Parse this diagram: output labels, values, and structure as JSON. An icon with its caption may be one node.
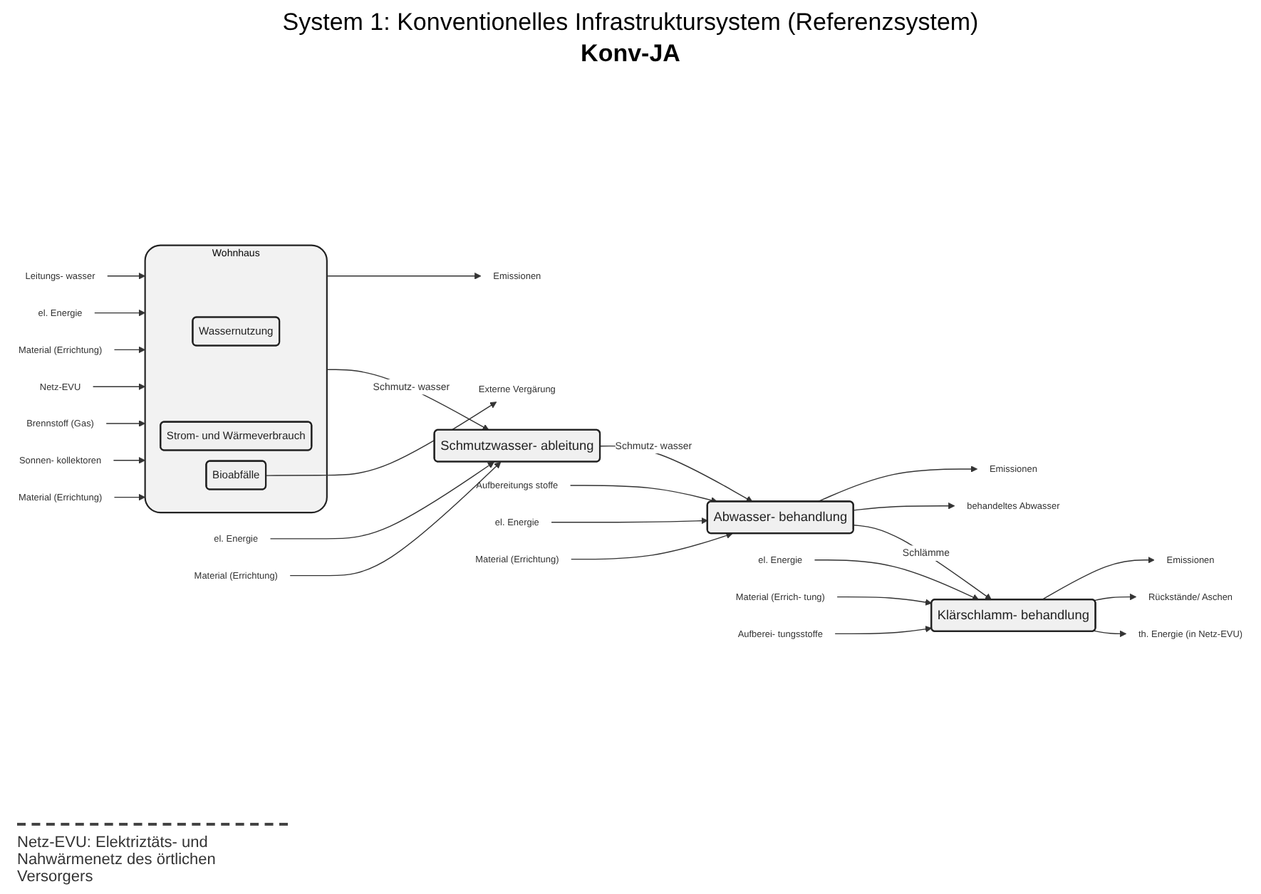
{
  "diagram": {
    "title": "System 1: Konventionelles Infrastruktursystem (Referenzsystem)",
    "nodes": [
      {
        "text": [
          "Wohnhaus"
        ]
      },
      {
        "text": [
          "Wassernutzung"
        ],
        "in": 0
      },
      {
        "text": [
          "Strom- und Wärmeverbrauch"
        ],
        "in": 0
      },
      {
        "text": [
          "Bioabfälle"
        ],
        "in": 0
      },
      {
        "text": [
          "Leitungs- wasser"
        ]
      },
      {
        "text": [
          "el. Energie"
        ]
      },
      {
        "text": [
          "Material (Errichtung)"
        ]
      },
      {
        "text": [
          "Netz-EVU"
        ]
      },
      {
        "text": [
          "Brennstoff (Gas)"
        ]
      },
      {
        "text": [
          "Sonnen- kollektoren"
        ]
      },
      {
        "text": [
          "Emissionen"
        ]
      },
      {
        "text": [
          "Material (Errichtung)"
        ]
      },
      {
        "text": [
          "Externe Vergärung"
        ]
      },
      {
        "text": [
          "Schmutzwasser- ableitung"
        ]
      },
      {
        "text": [
          "el. Energie"
        ]
      },
      {
        "text": [
          "Material (Errichtung)"
        ]
      },
      {
        "text": [
          "Abwasser- behandlung"
        ]
      },
      {
        "text": [
          "Aufbereitungs stoffe"
        ]
      },
      {
        "text": [
          "el. Energie"
        ]
      },
      {
        "text": [
          "Material (Errichtung)"
        ]
      },
      {
        "text": [
          "Emissionen"
        ]
      },
      {
        "text": [
          "behandeltes Abwasser"
        ]
      },
      {
        "text": [
          "Klärschlamm- behandlung"
        ]
      },
      {
        "text": [
          "Emissionen"
        ]
      },
      {
        "text": [
          "Rückstände/ Aschen"
        ]
      },
      {
        "text": [
          "th. Energie (in Netz-EVU)"
        ]
      },
      {
        "text": [
          "el. Energie"
        ]
      },
      {
        "text": [
          "Material (Errich- tung)"
        ]
      },
      {
        "text": [
          "Aufberei- tungsstoffe"
        ]
      }
    ],
    "edges": [
      {
        "from": 4,
        "to": 0,
        "arrow": "to"
      },
      {
        "from": 5,
        "to": 0,
        "arrow": "to"
      },
      {
        "from": 6,
        "to": 0,
        "arrow": "to"
      },
      {
        "from": 7,
        "to": 0,
        "arrow": "to"
      },
      {
        "from": 8,
        "to": 0,
        "arrow": "to"
      },
      {
        "from": 9,
        "to": 0,
        "arrow": "to"
      },
      {
        "from": 0,
        "to": 10,
        "arrow": "to"
      },
      {
        "from": 11,
        "to": 0,
        "arrow": "to"
      },
      {
        "from": 3,
        "to": 12,
        "arrow": "to"
      },
      {
        "from": 0,
        "to": 13,
        "arrow": "to",
        "label": "Schmutz- wasser"
      },
      {
        "from": 14,
        "to": 13,
        "arrow": "to"
      },
      {
        "from": 15,
        "to": 13,
        "arrow": "to"
      },
      {
        "from": 13,
        "to": 16,
        "arrow": "to",
        "label": "Schmutz- wasser"
      },
      {
        "from": 17,
        "to": 16,
        "arrow": "to"
      },
      {
        "from": 18,
        "to": 16,
        "arrow": "to"
      },
      {
        "from": 19,
        "to": 16,
        "arrow": "to"
      },
      {
        "from": 16,
        "to": 20,
        "arrow": "to"
      },
      {
        "from": 16,
        "to": 21,
        "arrow": "to"
      },
      {
        "from": 16,
        "to": 22,
        "arrow": "to",
        "label": "Schlämme"
      },
      {
        "from": 22,
        "to": 23,
        "arrow": "to"
      },
      {
        "from": 22,
        "to": 24,
        "arrow": "to"
      },
      {
        "from": 22,
        "to": 25,
        "arrow": "to"
      },
      {
        "from": 26,
        "to": 22,
        "arrow": "to"
      },
      {
        "from": 27,
        "to": 22,
        "arrow": "to"
      },
      {
        "from": 28,
        "to": 22,
        "arrow": "to"
      }
    ],
    "labels": [
      "Konv-JA",
      "Netz-EVU: Elektriztäts- und Nahwärmenetz des örtlichen Versorgers"
    ]
  }
}
